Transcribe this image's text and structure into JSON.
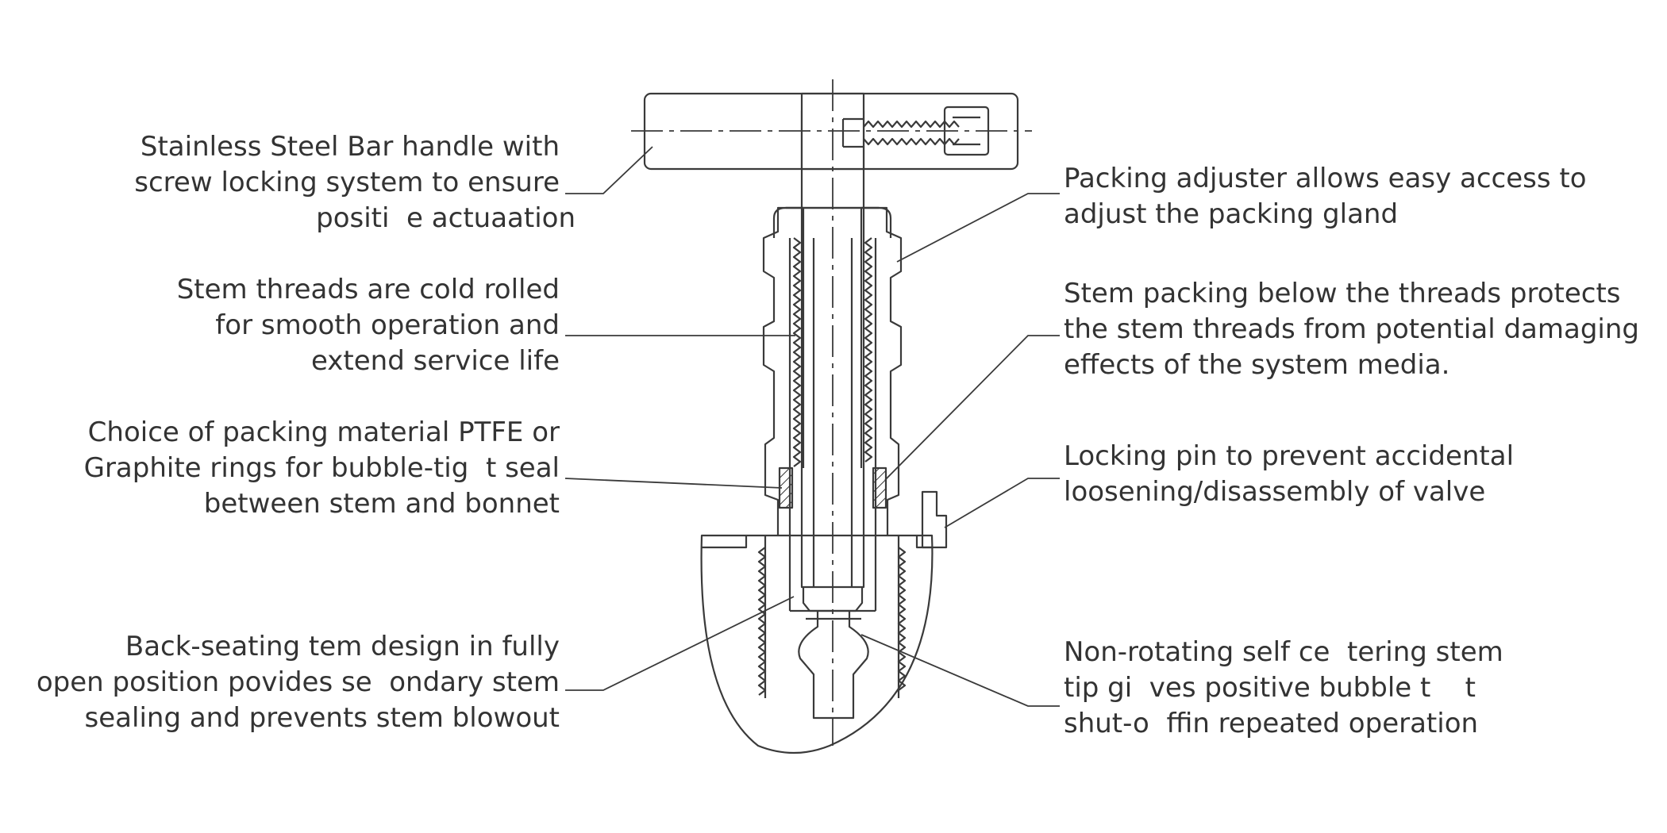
{
  "callouts": {
    "bar_handle": {
      "lines": [
        "Stainless Steel Bar handle with",
        "screw locking system to ensure",
        "positi  e actuaation"
      ]
    },
    "stem_threads": {
      "lines": [
        "Stem threads are cold rolled",
        "for smooth operation and",
        "extend service life"
      ]
    },
    "packing_material": {
      "lines": [
        "Choice of packing material PTFE or",
        "Graphite rings for bubble-tig  t seal",
        "between stem and bonnet"
      ]
    },
    "back_seating": {
      "lines": [
        "Back-seating tem design in fully",
        "open position povides se  ondary stem",
        "sealing and prevents stem blowout"
      ]
    },
    "packing_adjuster": {
      "lines": [
        "Packing adjuster allows easy access to",
        "adjust the packing gland"
      ]
    },
    "stem_packing": {
      "lines": [
        "Stem packing below the threads protects",
        "the stem threads from potential damaging",
        "effects of the system media."
      ]
    },
    "locking_pin": {
      "lines": [
        "Locking pin to prevent accidental",
        "loosening/disassembly of valve"
      ]
    },
    "non_rotating_tip": {
      "lines": [
        "Non-rotating self ce  tering stem",
        "tip gi  ves positive bubble t    t",
        "shut-o  ffin repeated operation"
      ]
    }
  },
  "colors": {
    "line": "#3a3a3a",
    "text": "#333333",
    "background": "#ffffff"
  }
}
